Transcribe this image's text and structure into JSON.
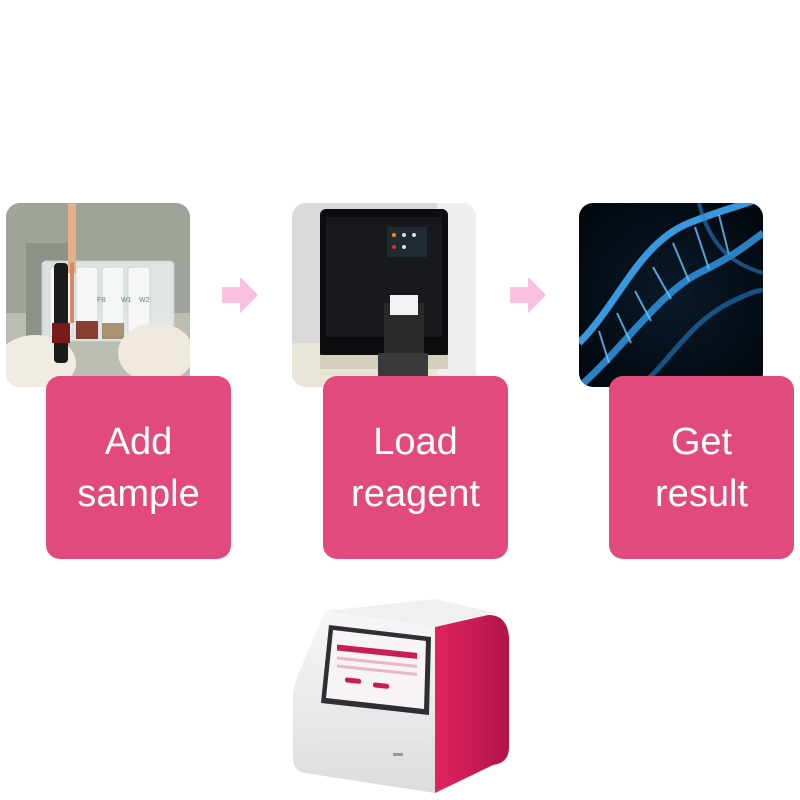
{
  "steps": [
    {
      "line1": "Add",
      "line2": "sample"
    },
    {
      "line1": "Load",
      "line2": "reagent"
    },
    {
      "line1": "Get",
      "line2": "result"
    }
  ],
  "tube_labels": [
    "FB",
    "W1",
    "W2"
  ],
  "colors": {
    "card": "#e2497c",
    "arrow": "#f9c0e0",
    "device_accent": "#d11e5e",
    "dna_glow": "#3fa9f5"
  },
  "icons": [
    "arrow-right-icon",
    "arrow-right-icon"
  ]
}
